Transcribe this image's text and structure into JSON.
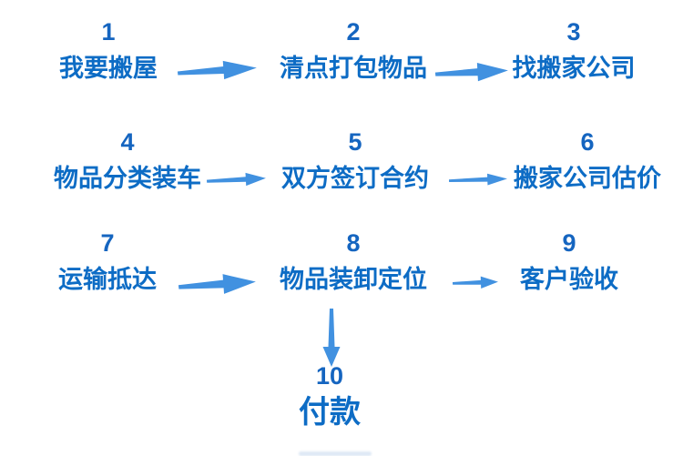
{
  "flowchart": {
    "steps": [
      {
        "number": "1",
        "label": "我要搬屋"
      },
      {
        "number": "2",
        "label": "清点打包物品"
      },
      {
        "number": "3",
        "label": "找搬家公司"
      },
      {
        "number": "4",
        "label": "物品分类装车"
      },
      {
        "number": "5",
        "label": "双方签订合约"
      },
      {
        "number": "6",
        "label": "搬家公司估价"
      },
      {
        "number": "7",
        "label": "运输抵达"
      },
      {
        "number": "8",
        "label": "物品装卸定位"
      },
      {
        "number": "9",
        "label": "客户验收"
      },
      {
        "number": "10",
        "label": "付款"
      }
    ],
    "connections": [
      {
        "from": "1",
        "to": "2",
        "direction": "right"
      },
      {
        "from": "2",
        "to": "3",
        "direction": "right"
      },
      {
        "from": "4",
        "to": "5",
        "direction": "right"
      },
      {
        "from": "5",
        "to": "6",
        "direction": "right"
      },
      {
        "from": "7",
        "to": "8",
        "direction": "right"
      },
      {
        "from": "8",
        "to": "9",
        "direction": "right"
      },
      {
        "from": "8",
        "to": "10",
        "direction": "down"
      }
    ],
    "colors": {
      "number_text": "#1565c0",
      "step_text": "#0d6cc5",
      "arrow": "#4191e0"
    }
  }
}
